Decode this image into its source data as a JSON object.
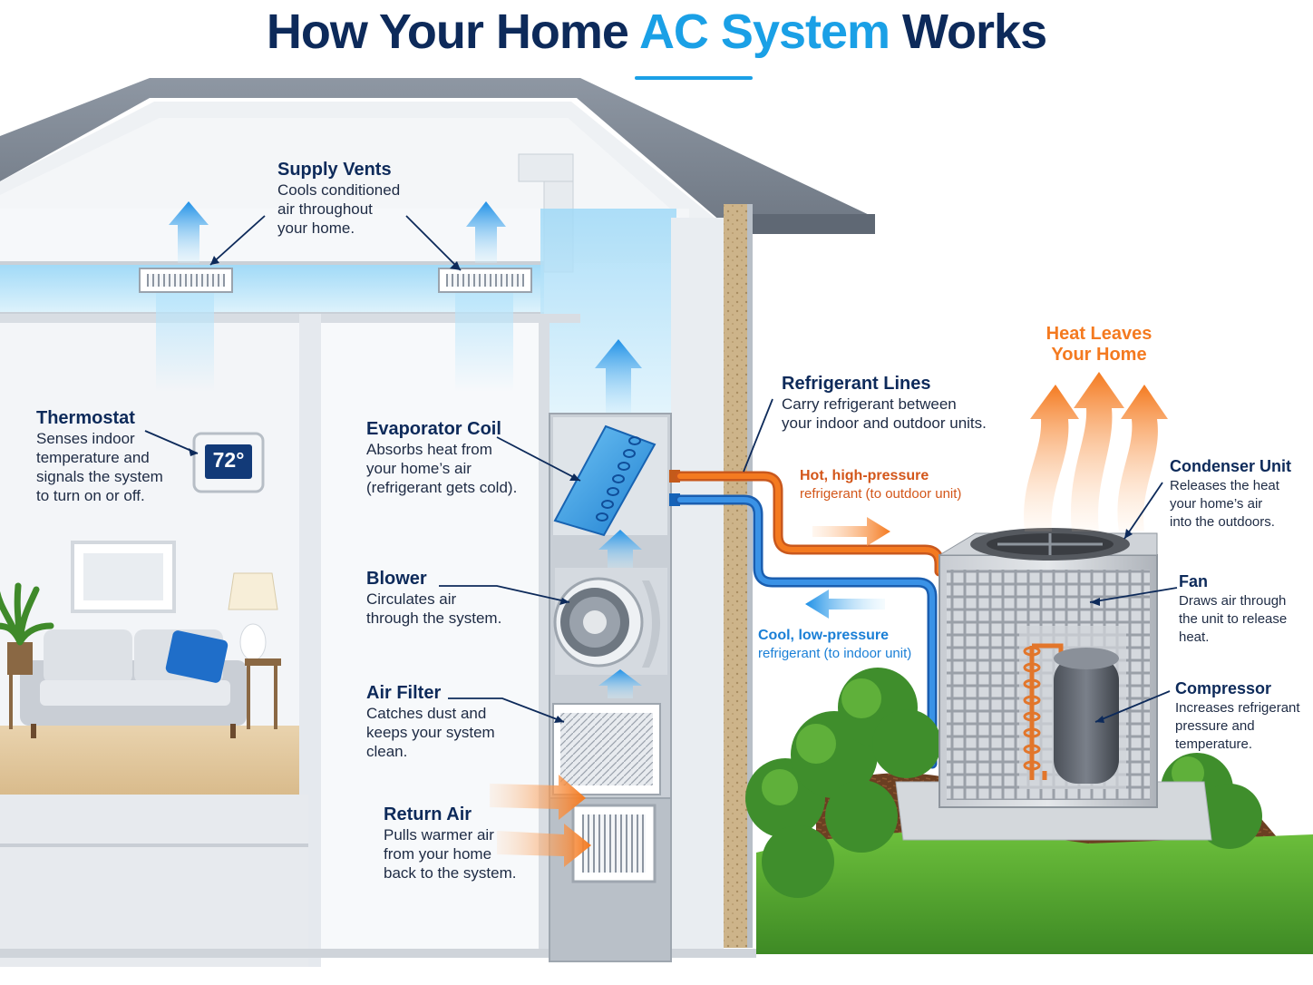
{
  "title": {
    "part1": "How Your Home ",
    "accent": "AC System",
    "part2": " Works"
  },
  "thermostat_display": "72°",
  "labels": {
    "supply_vents": {
      "title": "Supply Vents",
      "desc": "Cools conditioned\nair throughout\nyour home."
    },
    "thermostat": {
      "title": "Thermostat",
      "desc": "Senses indoor\ntemperature and\nsignals the system\nto turn on or off."
    },
    "evaporator": {
      "title": "Evaporator Coil",
      "desc": "Absorbs heat from\nyour home’s air\n(refrigerant gets cold)."
    },
    "blower": {
      "title": "Blower",
      "desc": "Circulates air\nthrough the system."
    },
    "air_filter": {
      "title": "Air Filter",
      "desc": "Catches dust and\nkeeps your system\nclean."
    },
    "return_air": {
      "title": "Return Air",
      "desc": "Pulls warmer air\nfrom your home\nback to the system."
    },
    "refrigerant_lines": {
      "title": "Refrigerant Lines",
      "desc": "Carry refrigerant between\nyour indoor and outdoor units."
    },
    "hot_line": {
      "title": "Hot, high-pressure",
      "desc": "refrigerant (to outdoor unit)"
    },
    "cool_line": {
      "title": "Cool, low-pressure",
      "desc": "refrigerant (to indoor unit)"
    },
    "heat_leaves": {
      "title": "Heat Leaves\nYour Home"
    },
    "condenser": {
      "title": "Condenser Unit",
      "desc": "Releases the heat\nyour home’s air\ninto the outdoors."
    },
    "fan": {
      "title": "Fan",
      "desc": "Draws air through\nthe unit to release\nheat."
    },
    "compressor": {
      "title": "Compressor",
      "desc": "Increases refrigerant\npressure and\ntemperature."
    }
  },
  "colors": {
    "navy": "#0d2a5a",
    "accent_blue": "#1aa0e6",
    "hot_orange": "#f47a20",
    "cool_blue": "#2a7fd8"
  }
}
